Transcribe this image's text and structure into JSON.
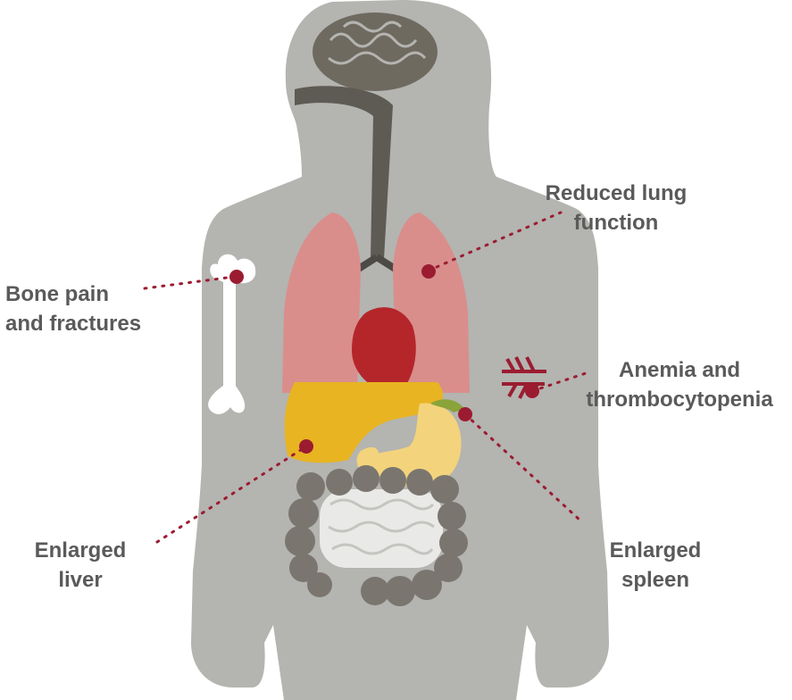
{
  "colors": {
    "body": "#b4b4b0",
    "brain": "#6f6a60",
    "lungs": "#d98e8c",
    "heart": "#b5262b",
    "liver": "#e8b422",
    "stomach": "#f3d37c",
    "gallbladder": "#8aa33a",
    "intestine": "#7a766f",
    "small_intestine": "#e9e9e7",
    "bone": "#ffffff",
    "marker": "#9b1c31",
    "label_text": "#5a5a5a"
  },
  "labels": {
    "bone": {
      "line1": "Bone pain",
      "line2": "and fractures"
    },
    "lung": {
      "line1": "Reduced lung",
      "line2": "function"
    },
    "anemia": {
      "line1": "Anemia and",
      "line2": "thrombocytopenia"
    },
    "liver": {
      "line1": "Enlarged",
      "line2": "liver"
    },
    "spleen": {
      "line1": "Enlarged",
      "line2": "spleen"
    }
  }
}
